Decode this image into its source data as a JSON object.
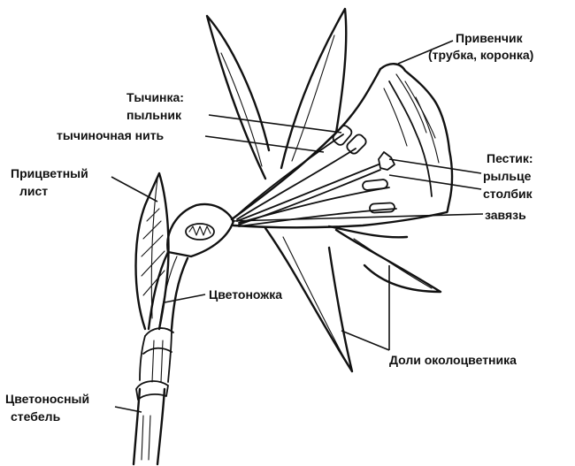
{
  "diagram": {
    "labels": {
      "perianth_line1": "Привенчик",
      "perianth_line2": "(трубка, коронка)",
      "stamen_line1": "Тычинка:",
      "stamen_line2": "пыльник",
      "stamen_line3": "тычиночная нить",
      "pistil_line1": "Пестик:",
      "pistil_line2": "рыльце",
      "pistil_line3": "столбик",
      "pistil_line4": "завязь",
      "bract_line1": "Прицветный",
      "bract_line2": "лист",
      "pedicel": "Цветоножка",
      "tepals": "Доли околоцветника",
      "stem_line1": "Цветоносный",
      "stem_line2": "стебель"
    }
  }
}
